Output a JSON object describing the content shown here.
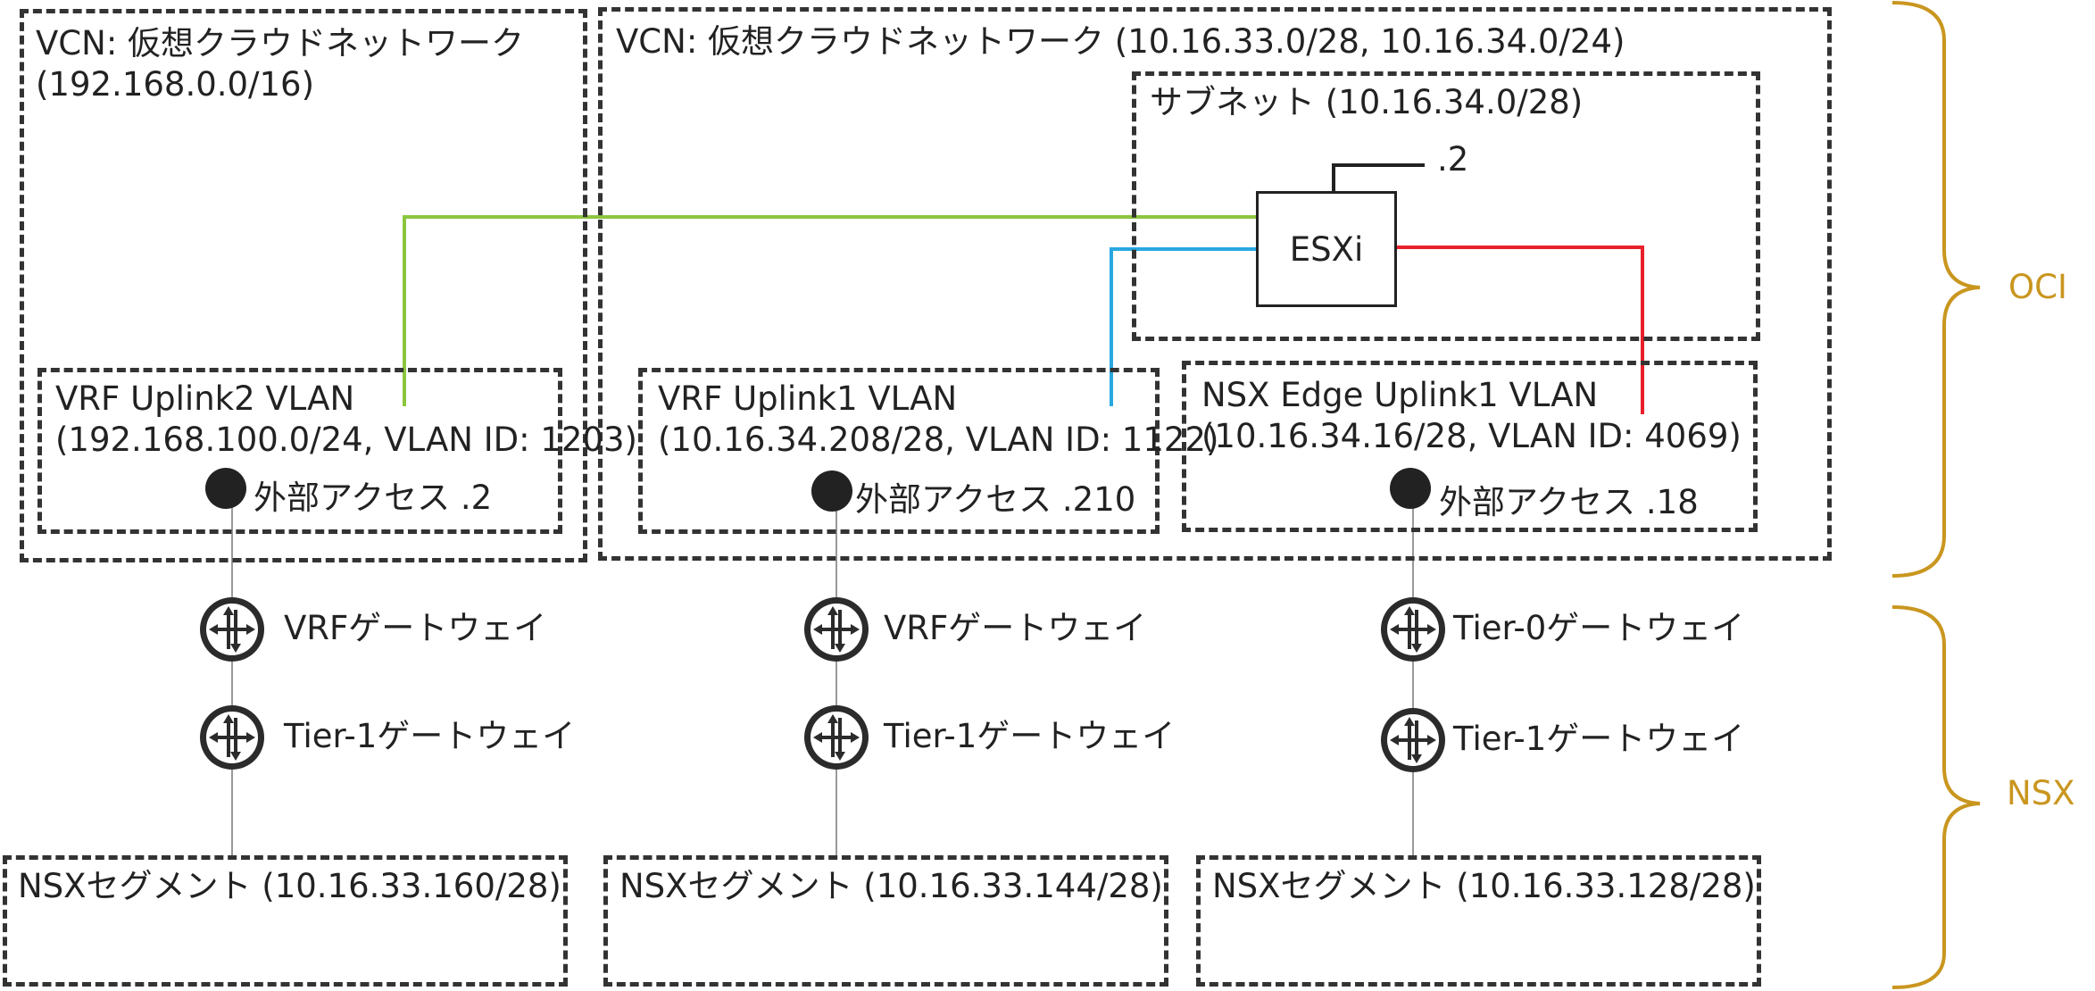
{
  "vcn_left": {
    "title": "VCN: 仮想クラウドネットワーク",
    "cidr": "(192.168.0.0/16)"
  },
  "vcn_right": {
    "title": "VCN: 仮想クラウドネットワーク (10.16.33.0/28, 10.16.34.0/24)"
  },
  "subnet": {
    "label": "サブネット (10.16.34.0/28)",
    "esxi_label": "ESXi",
    "esxi_ip": ".2"
  },
  "vlans": [
    {
      "name": "VRF Uplink2 VLAN",
      "detail": "(192.168.100.0/24, VLAN ID: 1203)",
      "access": "外部アクセス .2"
    },
    {
      "name": "VRF Uplink1 VLAN",
      "detail": "(10.16.34.208/28, VLAN ID: 1122)",
      "access": "外部アクセス .210"
    },
    {
      "name": "NSX Edge Uplink1 VLAN",
      "detail": "(10.16.34.16/28, VLAN ID: 4069)",
      "access": "外部アクセス .18"
    }
  ],
  "gateways": [
    {
      "upper": "VRFゲートウェイ",
      "lower": "Tier-1ゲートウェイ"
    },
    {
      "upper": "VRFゲートウェイ",
      "lower": "Tier-1ゲートウェイ"
    },
    {
      "upper": "Tier-0ゲートウェイ",
      "lower": "Tier-1ゲートウェイ"
    }
  ],
  "segments": [
    {
      "label": "NSXセグメント (10.16.33.160/28)"
    },
    {
      "label": "NSXセグメント (10.16.33.144/28)"
    },
    {
      "label": "NSXセグメント (10.16.33.128/28)"
    }
  ],
  "braces": {
    "oci": "OCI",
    "nsx": "NSX"
  },
  "colors": {
    "uplink2_line": "#8cc63f",
    "uplink1_line": "#29a8e0",
    "edge_uplink_line": "#e8202a",
    "brace": "#c9961f",
    "border": "#333333"
  },
  "icons": [
    "router-icon",
    "external-access-node-icon",
    "brace-icon"
  ]
}
